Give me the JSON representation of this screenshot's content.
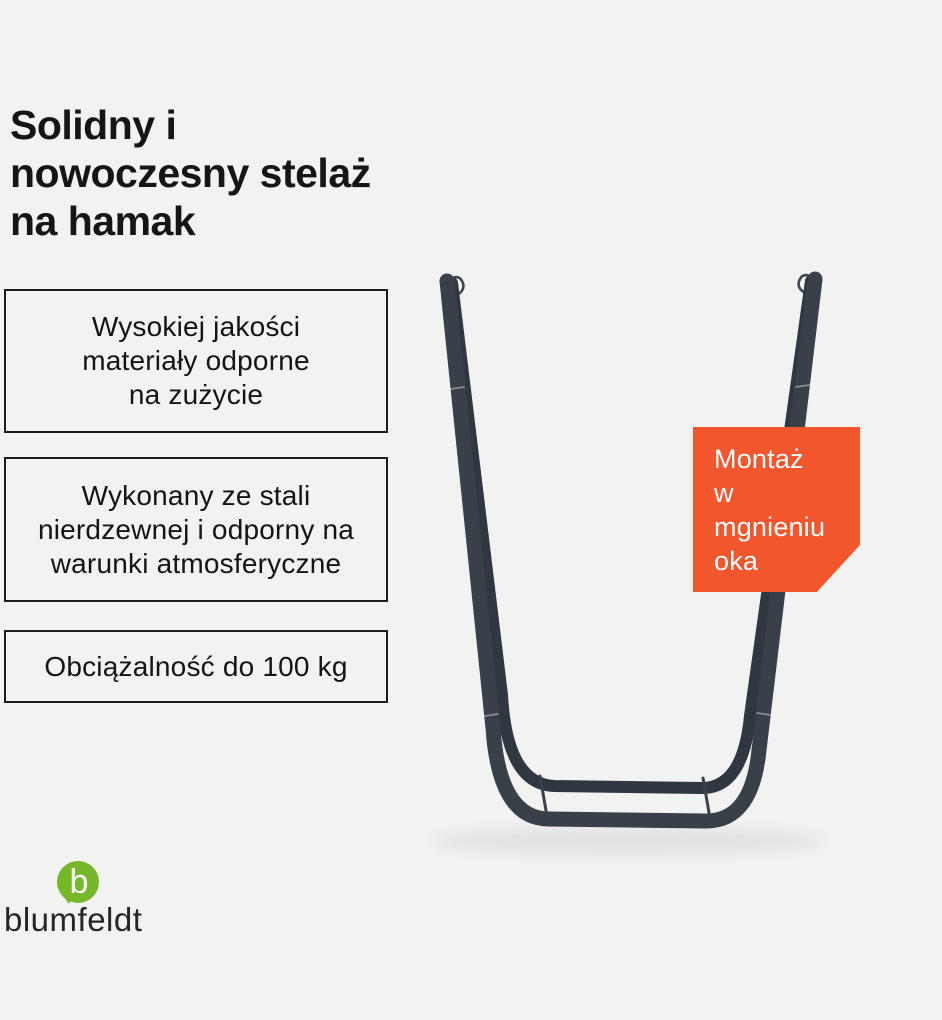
{
  "page": {
    "background": "#F2F2F0"
  },
  "title": {
    "lines": [
      "Solidny i",
      "nowoczesny stelaż",
      "na hamak"
    ]
  },
  "feature_boxes": [
    {
      "lines": [
        "Wysokiej jakości",
        "materiały odporne",
        "na zużycie"
      ]
    },
    {
      "lines": [
        "Wykonany ze stali",
        "nierdzewnej i odporny na",
        "warunki atmosferyczne"
      ]
    },
    {
      "lines": [
        "Obciążalność do 100 kg"
      ]
    }
  ],
  "badge": {
    "lines": [
      "Montaż",
      "w",
      "mgnieniu",
      "oka"
    ],
    "background": "#F1562C",
    "text_color": "#FFFFFF"
  },
  "product": {
    "tube_color": "#394049",
    "tube_color_back": "#303740"
  },
  "logo": {
    "brand": "blumfeldt",
    "mark_letter": "b",
    "green": "#76B82A",
    "text_color": "#26262A"
  }
}
